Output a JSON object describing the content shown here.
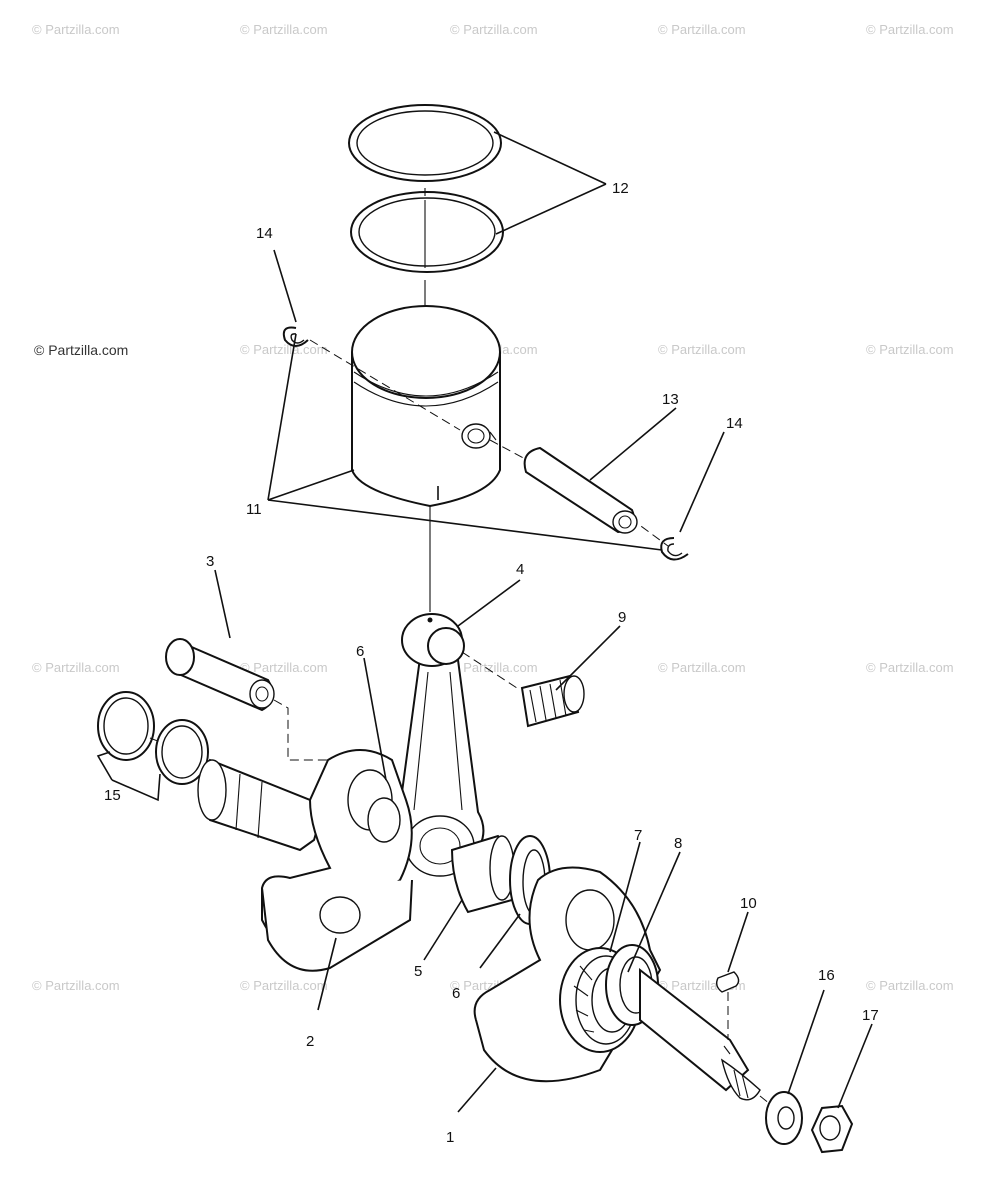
{
  "watermark": {
    "text": "© Partzilla.com"
  },
  "callouts": {
    "c1": "1",
    "c2": "2",
    "c3": "3",
    "c4": "4",
    "c5": "5",
    "c6a": "6",
    "c6b": "6",
    "c7": "7",
    "c8": "8",
    "c9": "9",
    "c10": "10",
    "c11": "11",
    "c12": "12",
    "c13": "13",
    "c14a": "14",
    "c14b": "14",
    "c15": "15",
    "c16": "16",
    "c17": "17"
  },
  "colors": {
    "line": "#111111",
    "watermark": "#c9c9c9",
    "background": "#ffffff"
  }
}
